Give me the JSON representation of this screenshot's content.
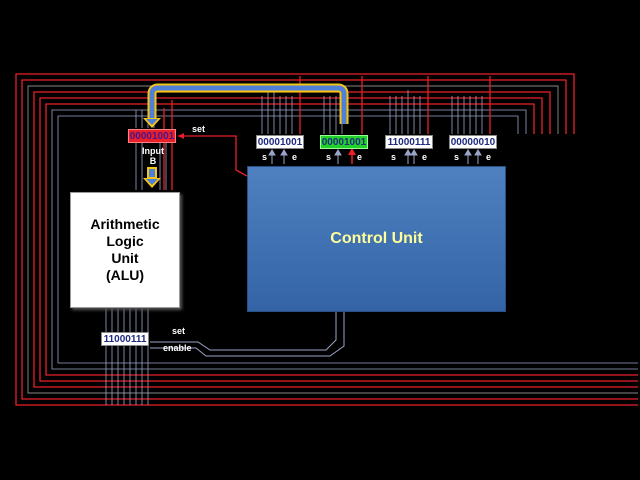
{
  "registers": {
    "input_b": "00001001",
    "r0": "00001001",
    "r1": "00001001",
    "r2": "11000111",
    "r3": "00000010",
    "acc": "11000111"
  },
  "labels": {
    "set_top": "set",
    "input_b": "Input\nB",
    "alu": "Arithmetic\nLogic\nUnit\n(ALU)",
    "control_unit": "Control Unit",
    "set_bottom": "set",
    "enable": "enable",
    "s": "s",
    "e": "e"
  },
  "colors": {
    "bus_red": "#e8202a",
    "bus_gray": "#9aa4c8",
    "highlight_bus": "#f5c518",
    "highlight_fill": "#4f7fd6",
    "control_unit": "#4f81c0"
  }
}
